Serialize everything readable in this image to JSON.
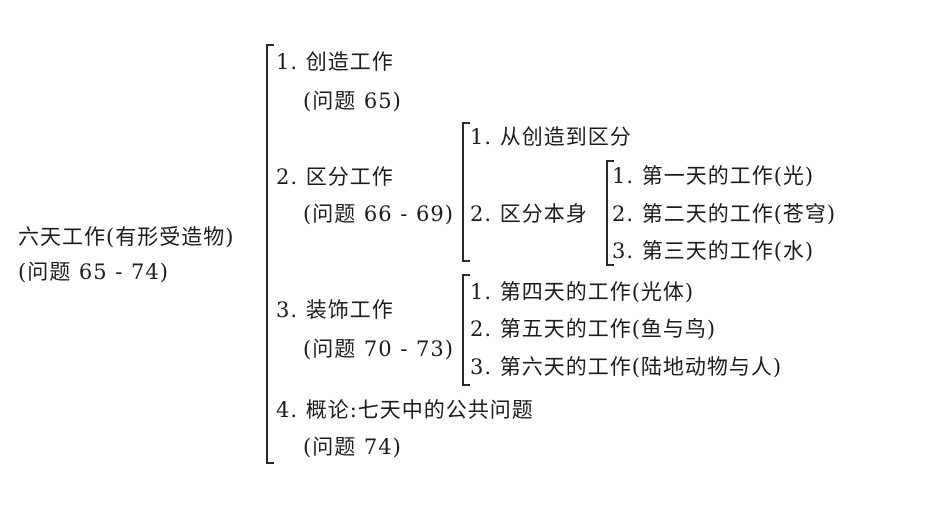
{
  "root": {
    "title": "六天工作(有形受造物)",
    "ref": "(问题 65 - 74)"
  },
  "sections": [
    {
      "label": "1. 创造工作",
      "ref": "(问题 65)"
    },
    {
      "label": "2. 区分工作",
      "ref": "(问题 66 - 69)",
      "children": [
        {
          "label": "1. 从创造到区分"
        },
        {
          "label": "2. 区分本身",
          "children": [
            {
              "label": "1. 第一天的工作(光)"
            },
            {
              "label": "2. 第二天的工作(苍穹)"
            },
            {
              "label": "3. 第三天的工作(水)"
            }
          ]
        }
      ]
    },
    {
      "label": "3. 装饰工作",
      "ref": "(问题 70 - 73)",
      "children": [
        {
          "label": "1. 第四天的工作(光体)"
        },
        {
          "label": "2. 第五天的工作(鱼与鸟)"
        },
        {
          "label": "3. 第六天的工作(陆地动物与人)"
        }
      ]
    },
    {
      "label": "4. 概论:七天中的公共问题",
      "ref": "(问题 74)"
    }
  ]
}
